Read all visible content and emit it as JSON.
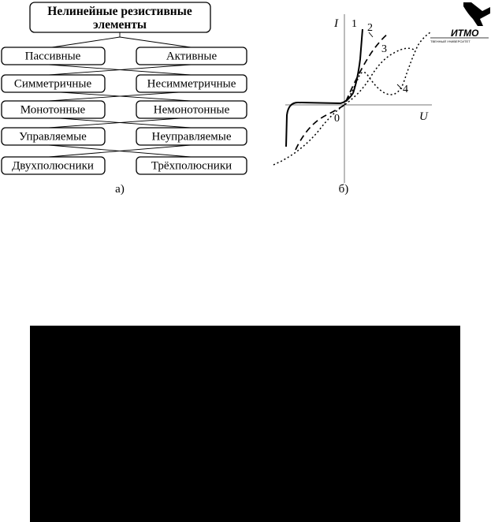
{
  "classification": {
    "title_line1": "Нелинейные резистивные",
    "title_line2": "элементы",
    "rows": [
      {
        "left": "Пассивные",
        "right": "Активные"
      },
      {
        "left": "Симметричные",
        "right": "Несимметричные"
      },
      {
        "left": "Монотонные",
        "right": "Немонотонные"
      },
      {
        "left": "Управляемые",
        "right": "Неуправляемые"
      },
      {
        "left": "Двухполюсники",
        "right": "Трёхполюсники"
      }
    ],
    "caption": "а)"
  },
  "iv_plot": {
    "y_axis_label": "I",
    "x_axis_label": "U",
    "origin_label": "0",
    "curve_labels": [
      "1",
      "2",
      "3",
      "4"
    ],
    "caption": "б)"
  },
  "logo": {
    "text": "ИТМО",
    "subtext": "ТВЕННЫЙ УНИВЕРСИТЕТ"
  }
}
